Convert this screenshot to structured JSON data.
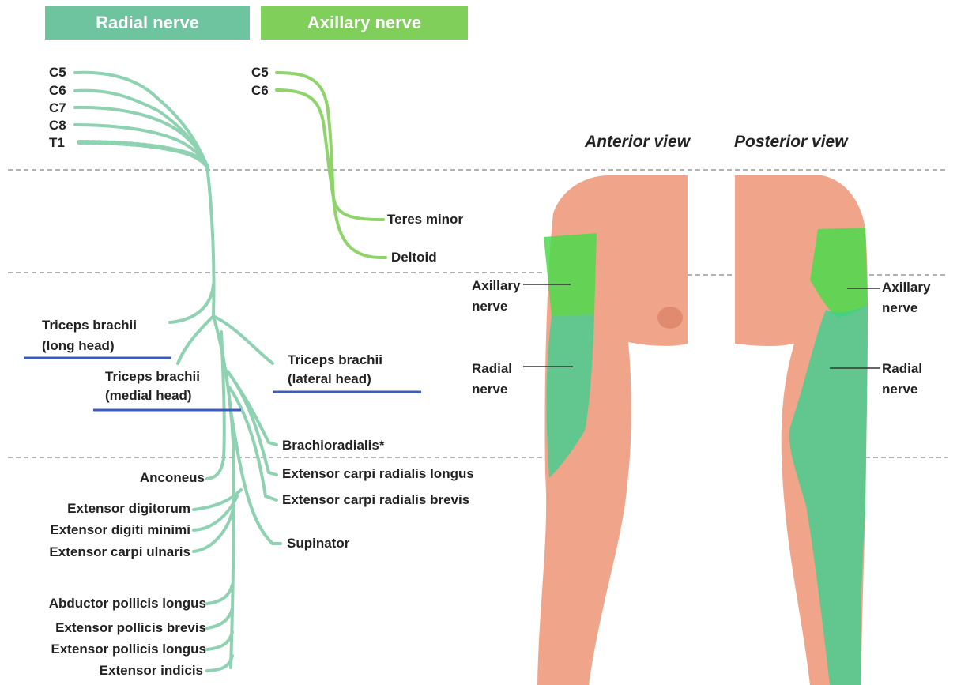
{
  "headers": {
    "radial": "Radial nerve",
    "axillary": "Axillary nerve"
  },
  "colors": {
    "radial": "#8ed2b2",
    "axillary": "#8fd46a",
    "radial_header": "#6fc4a0",
    "axillary_header": "#7fcf5a",
    "skin": "#f0a58a",
    "underline": "#3a5bbf"
  },
  "radial_roots": [
    "C5",
    "C6",
    "C7",
    "C8",
    "T1"
  ],
  "axillary_roots": [
    "C5",
    "C6"
  ],
  "axillary_muscles": {
    "teres_minor": "Teres minor",
    "deltoid": "Deltoid"
  },
  "radial_muscles": {
    "triceps_long_1": "Triceps brachii",
    "triceps_long_2": "(long head)",
    "triceps_medial_1": "Triceps brachii",
    "triceps_medial_2": "(medial head)",
    "triceps_lateral_1": "Triceps brachii",
    "triceps_lateral_2": "(lateral head)",
    "brachioradialis": "Brachioradialis*",
    "ecrl": "Extensor carpi radialis longus",
    "ecrb": "Extensor carpi radialis brevis",
    "supinator": "Supinator",
    "anconeus": "Anconeus",
    "ext_digitorum": "Extensor digitorum",
    "ext_digiti_minimi": "Extensor digiti minimi",
    "ext_carpi_ulnaris": "Extensor carpi ulnaris",
    "abd_pollicis_longus": "Abductor pollicis longus",
    "ext_pollicis_brevis": "Extensor pollicis brevis",
    "ext_pollicis_longus": "Extensor pollicis longus",
    "ext_indicis": "Extensor indicis"
  },
  "views": {
    "anterior": "Anterior view",
    "posterior": "Posterior view"
  },
  "body_labels": {
    "ant_axillary_1": "Axillary",
    "ant_axillary_2": "nerve",
    "ant_radial_1": "Radial",
    "ant_radial_2": "nerve",
    "post_axillary_1": "Axillary",
    "post_axillary_2": "nerve",
    "post_radial_1": "Radial",
    "post_radial_2": "nerve"
  }
}
